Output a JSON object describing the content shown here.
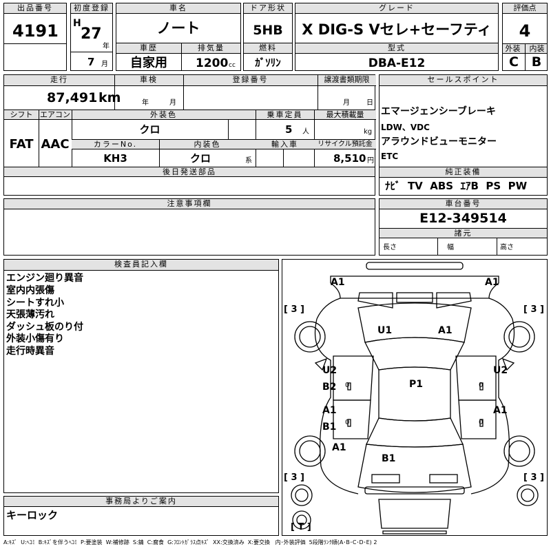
{
  "top": {
    "lot_number_label": "出品番号",
    "lot_number": "4191",
    "first_reg_label": "初度登録",
    "era_mark": "H",
    "first_reg_year": "27",
    "year_unit": "年",
    "first_reg_month": "7",
    "month_unit": "月",
    "car_name_label": "車名",
    "car_name": "ノート",
    "door_label": "ドア形状",
    "door_type": "5HB",
    "grade_label": "グレード",
    "grade": "X DIG-S Vセレ+セーフティ",
    "score_label": "評価点",
    "score": "4",
    "history_label": "車歴",
    "history": "自家用",
    "displacement_label": "排気量",
    "displacement": "1200",
    "displacement_unit": "cc",
    "fuel_label": "燃料",
    "fuel": "ｶﾞｿﾘﾝ",
    "model_label": "型式",
    "model": "DBA-E12",
    "exterior_label": "外装",
    "exterior_grade": "C",
    "interior_label": "内装",
    "interior_grade": "B"
  },
  "mid": {
    "mileage_label": "走行",
    "mileage": "87,491",
    "mileage_unit": "km",
    "inspection_label": "車検",
    "inspection_year_unit": "年",
    "inspection_month_unit": "月",
    "registration_label": "登録番号",
    "transfer_label": "譲渡書類期限",
    "transfer_month_unit": "月",
    "transfer_day_unit": "日",
    "shift_label": "シフト",
    "shift": "FAT",
    "ac_label": "エアコン",
    "ac": "AAC",
    "ext_color_label": "外装色",
    "ext_color": "クロ",
    "capacity_label": "乗車定員",
    "capacity": "5",
    "capacity_unit": "人",
    "max_load_label": "最大積載量",
    "max_load_unit": "kg",
    "color_no_label": "カラーNo.",
    "color_no": "KH3",
    "int_color_label": "内装色",
    "int_color": "クロ",
    "int_color_unit": "系",
    "import_label": "輸入車",
    "recycle_label": "リサイクル預託金",
    "recycle": "8,510",
    "recycle_unit": "円",
    "later_parts_label": "後日発送部品"
  },
  "sales": {
    "label": "セールスポイント",
    "items": [
      "エマージェンシーブレーキ",
      "LDW、VDC",
      "アラウンドビューモニター",
      "ETC"
    ]
  },
  "equip": {
    "label": "純正装備",
    "items": "ﾅﾋﾞ  TV  ABS  ｴｱB  PS  PW"
  },
  "caution": {
    "label": "注意事項欄"
  },
  "chassis": {
    "label": "車台番号",
    "value": "E12-349514"
  },
  "specs": {
    "label": "諸元",
    "length": "長さ",
    "width": "幅",
    "height": "高さ"
  },
  "inspector": {
    "label": "検査員記入欄",
    "lines": [
      "エンジン廻り異音",
      "室内内張傷",
      "シートすれ小",
      "天張薄汚れ",
      "ダッシュ板のり付",
      "外装小傷有り",
      "走行時異音"
    ]
  },
  "diagram": {
    "marks": {
      "front_left": "A1",
      "front_right": "A1",
      "windshield": "U1",
      "hood_right": "A1",
      "door_fl": "U2",
      "door_fl2": "B2",
      "door_fr": "U2",
      "roof": "P1",
      "door_rl": "A1",
      "door_rl2": "B1",
      "door_rr": "A1",
      "rear_fender_l": "A1",
      "trunk": "B1",
      "tire_fl": "[ 3 ]",
      "tire_fr": "[ 3 ]",
      "tire_rl": "[ 3 ]",
      "tire_rr": "[ 3 ]",
      "spare": "[ T ]",
      "zero": "0"
    }
  },
  "office": {
    "label": "事務局よりご案内",
    "text": "キーロック"
  },
  "legend": "A:ｷｽﾞ  U:ﾍｺﾐ  B:ｷｽﾞを伴うﾍｺﾐ  P:要塗装  W:補修跡  S:錆  C:腐食  G:ﾌﾛﾝﾄｶﾞﾗｽ点ｷｽﾞ  XX:交換済み  X:要交換   内･外装評価  5段階ﾗﾝｸ順(A･B･C･D･E) 2"
}
